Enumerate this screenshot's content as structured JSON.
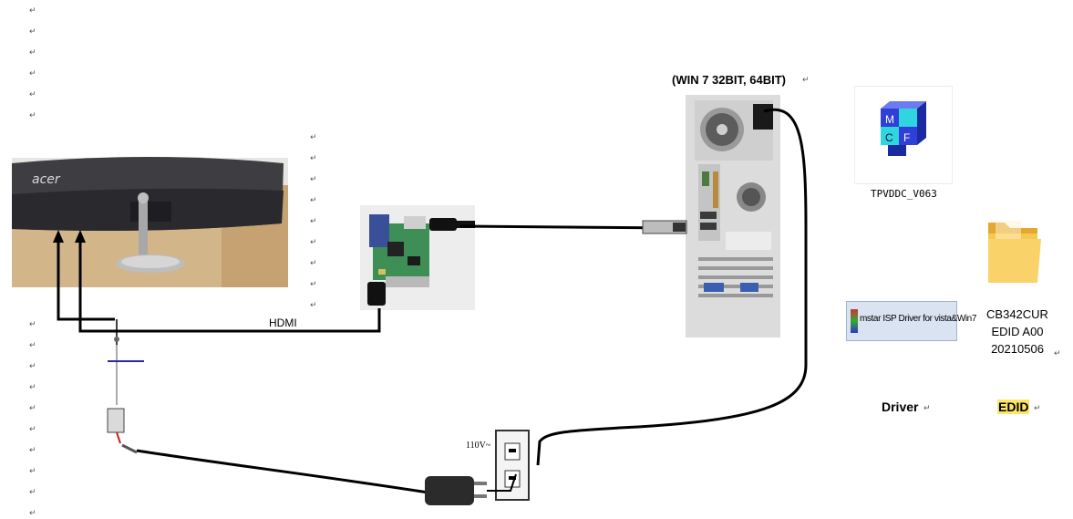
{
  "labels": {
    "os": "(WIN 7 32BIT, 64BIT)",
    "hdmi": "HDMI",
    "voltage": "110V~",
    "tool_file": "TPVDDC_V063",
    "isp_driver": "mstar ISP Driver for vista&Win7",
    "edid_folder_line1": "CB342CUR",
    "edid_folder_line2": "EDID A00",
    "edid_folder_line3": "20210506",
    "driver_caption": "Driver",
    "edid_caption": "EDID",
    "monitor_brand": "acer",
    "tool_icon_letters": [
      "M",
      "F",
      "C"
    ],
    "para_mark": "↵"
  },
  "colors": {
    "wire": "#000000",
    "edid_highlight": "#ffe566",
    "folder": "#f6c84e",
    "tool_icon_blue": "#2f3fd8",
    "tool_icon_cyan": "#2fd6e0",
    "pcb_green": "#3d8f55",
    "isp_bar": "#d9e3f1"
  },
  "icons": [
    "tower-pc",
    "monitor-back",
    "isp-board",
    "power-plug",
    "wall-outlet",
    "power-adapter",
    "folder",
    "tool-app"
  ]
}
